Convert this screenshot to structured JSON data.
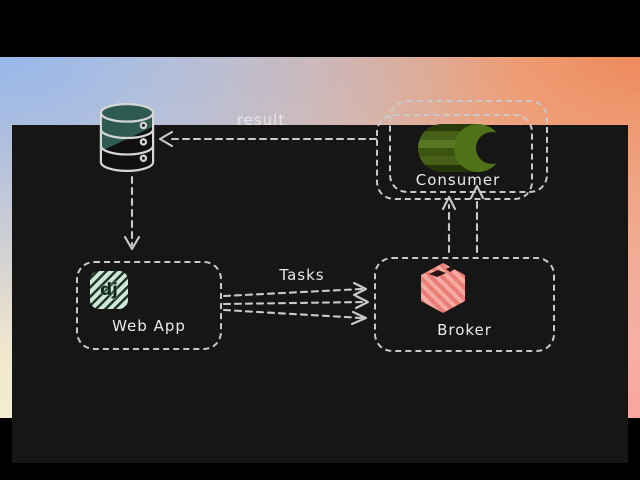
{
  "scene": {
    "type": "task-queue-architecture-diagram",
    "background": "#161616",
    "letterbox": "#000000",
    "stroke_color": "#c9c9c9",
    "frame_gradient": {
      "top_left": "#96b7ea",
      "top_right": "#ee8a5b",
      "bottom_left": "#f3edd1",
      "bottom_right": "#f9a59e"
    }
  },
  "nodes": {
    "database": {
      "icon": "database-icon",
      "color": "#2e5a52"
    },
    "web_app": {
      "label": "Web App",
      "icon": "django-icon",
      "icon_text": "dj",
      "icon_color": "#cde7d8"
    },
    "broker": {
      "label": "Broker",
      "icon": "redis-icon",
      "icon_color": "#ee8a82"
    },
    "consumer": {
      "label": "Consumer",
      "icon": "celery-icon",
      "icon_color": "#4c6a16"
    }
  },
  "edges": {
    "result": {
      "from": "consumer",
      "to": "database",
      "label": "result",
      "style": "dashed-arrow",
      "count": 1
    },
    "db_to_webapp": {
      "from": "database",
      "to": "web_app",
      "label": "",
      "style": "dashed-arrow",
      "count": 1
    },
    "tasks": {
      "from": "web_app",
      "to": "broker",
      "label": "Tasks",
      "style": "dashed-arrow",
      "count": 3
    },
    "broker_to_consumer": {
      "from": "broker",
      "to": "consumer",
      "label": "",
      "style": "dashed-arrow",
      "count": 2
    }
  }
}
